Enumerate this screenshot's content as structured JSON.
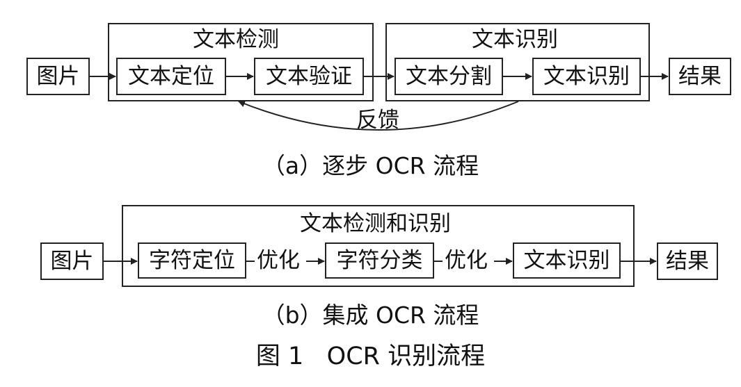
{
  "diagram_a": {
    "input": "图片",
    "detect_group": "文本检测",
    "recog_group": "文本识别",
    "locate": "文本定位",
    "verify": "文本验证",
    "segment": "文本分割",
    "recognize": "文本识别",
    "output": "结果",
    "feedback": "反馈",
    "caption": "（a）逐步 OCR 流程"
  },
  "diagram_b": {
    "input": "图片",
    "group": "文本检测和识别",
    "char_locate": "字符定位",
    "optimize_1": "优化",
    "char_classify": "字符分类",
    "optimize_2": "优化",
    "recognize": "文本识别",
    "output": "结果",
    "caption": "（b）集成 OCR 流程"
  },
  "figure_caption": "图 1   OCR 识别流程"
}
